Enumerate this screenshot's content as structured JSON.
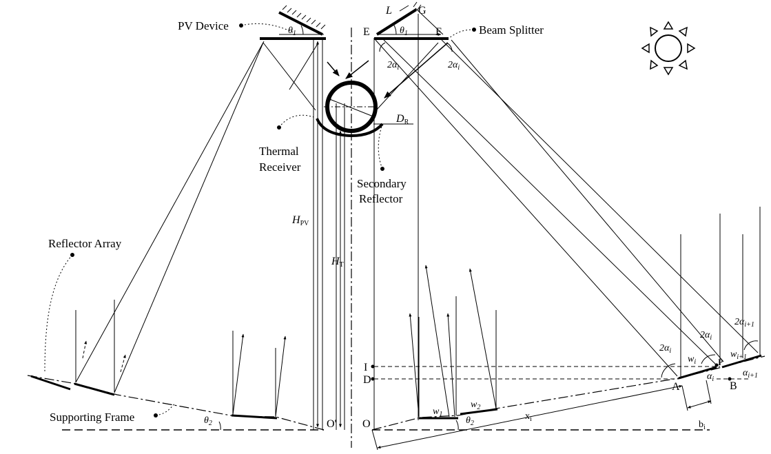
{
  "labels": {
    "pv_device": "PV Device",
    "beam_splitter": "Beam Splitter",
    "thermal_receiver_1": "Thermal",
    "thermal_receiver_2": "Receiver",
    "secondary_reflector_1": "Secondary",
    "secondary_reflector_2": "Reflector",
    "reflector_array": "Reflector Array",
    "supporting_frame": "Supporting Frame"
  },
  "points": {
    "E": "E",
    "F": "F",
    "G": "G",
    "L": "L",
    "I": "I",
    "D": "D",
    "O": "O",
    "O_prime": "O'",
    "A": "A",
    "B": "B",
    "P": "P"
  },
  "symbols": {
    "theta1": "θ",
    "theta1_sub": "1",
    "theta2": "θ",
    "theta2_sub": "2",
    "two_alpha": "2α",
    "alpha": "α",
    "sub_i": "i",
    "sub_i_plus_1": "i+1",
    "D_R": "D",
    "D_R_sub": "R",
    "H_PV": "H",
    "H_PV_sub": "PV",
    "H_T": "H",
    "H_T_sub": "T",
    "w": "w",
    "w1_sub": "1",
    "w2_sub": "2",
    "x_i": "x",
    "b_i": "b"
  }
}
